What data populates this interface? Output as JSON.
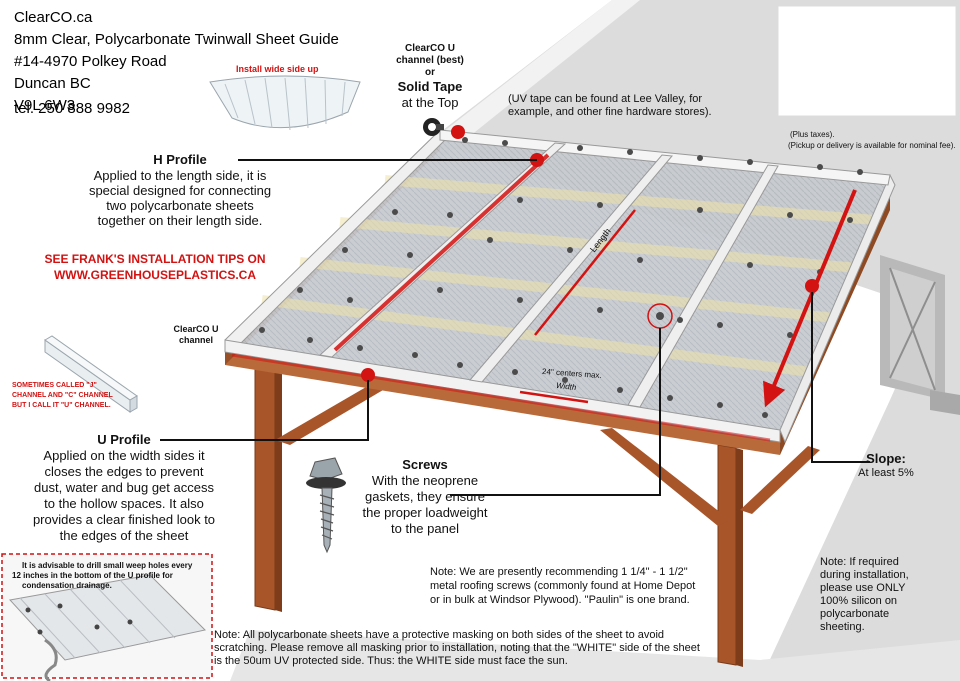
{
  "header": {
    "lines": [
      "ClearCO.ca",
      "8mm Clear, Polycarbonate Twinwall Sheet Guide",
      "#14-4970 Polkey Road",
      "Duncan BC",
      "V9L 6W3",
      "tel.  250 888 9982"
    ]
  },
  "install_wide": "Install wide side up",
  "top_channel": {
    "line1": "ClearCO U",
    "line2": "channel (best)",
    "line3": "or",
    "line4": "Solid Tape",
    "line5": "at the Top"
  },
  "uv_tape_note": {
    "line1": "(UV tape can be found at Lee Valley, for",
    "line2": "example, and other fine hardware stores)."
  },
  "pricing": {
    "line1": "(Plus taxes).",
    "line2": "(Pickup or delivery is available for nominal fee)."
  },
  "h_profile": {
    "title": "H Profile",
    "lines": [
      "Applied to the length side, it is",
      "special designed for connecting",
      "two polycarbonate sheets",
      "together on their length side."
    ]
  },
  "frank": {
    "line1": "SEE FRANK'S INSTALLATION TIPS ON",
    "line2": "WWW.GREENHOUSEPLASTICS.CA"
  },
  "diagram_labels": {
    "length": "Length",
    "centers": "24\" centers max.",
    "width": "Width"
  },
  "side_channel": {
    "line1": "ClearCO U",
    "line2": "channel"
  },
  "j_channel": {
    "line1": "SOMETIMES CALLED \"J\"",
    "line2": "CHANNEL AND \"C\" CHANNEL",
    "line3": "BUT I CALL IT \"U\" CHANNEL."
  },
  "u_profile": {
    "title": "U Profile",
    "lines": [
      "Applied on the width sides it",
      "closes the edges to prevent",
      "dust, water and bug get access",
      "to the hollow spaces. It also",
      "provides a clear finished look to",
      "the edges of the sheet"
    ]
  },
  "screws": {
    "title": "Screws",
    "lines": [
      "With the neoprene",
      "gaskets, they ensure",
      "the proper loadweight",
      "to the panel"
    ]
  },
  "slope": {
    "title": "Slope:",
    "value": "At least 5%"
  },
  "weep": {
    "line1": "It is advisable to drill small weep holes every",
    "line2": "12 inches in the bottom of the U profile for",
    "line3": "condensation drainage."
  },
  "screw_note": {
    "line1": "Note:  We are presently recommending  1 1/4\" - 1 1/2\"",
    "line2": "metal roofing screws (commonly found at Home Depot",
    "line3": "or in bulk at Windsor Plywood).  \"Paulin\" is one brand."
  },
  "silicon_note": {
    "lines": [
      "Note:  If required",
      "during installation,",
      "please use ONLY",
      "100% silicon on",
      "polycarbonate",
      "sheeting."
    ]
  },
  "masking_note": {
    "line1": "Note:  All polycarbonate sheets have a protective masking on both sides of the sheet to avoid",
    "line2": "scratching.  Please remove all masking  prior to installation, noting that the \"WHITE\"  side of the sheet",
    "line3": "is the 50um UV protected side.  Thus:  the WHITE side must face the sun."
  },
  "colors": {
    "red_accent": "#d31212",
    "wood": "#a8552a",
    "panel": "#c9cdd2",
    "frame": "#e8e8e8"
  }
}
